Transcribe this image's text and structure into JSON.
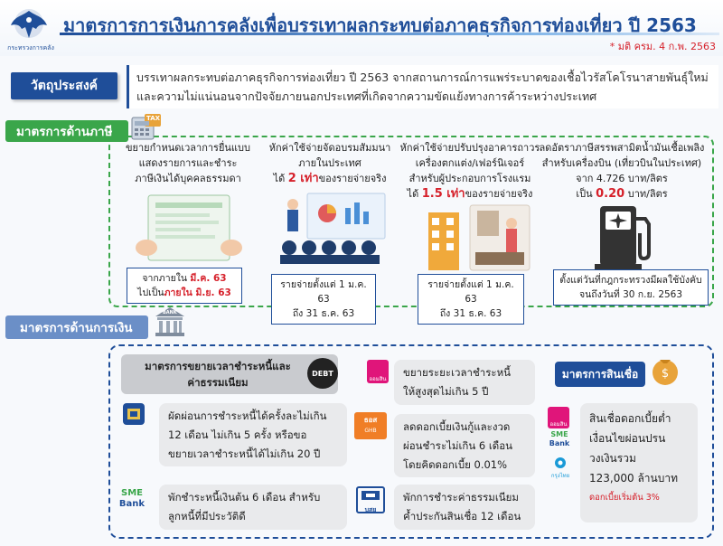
{
  "header": {
    "logo_text": "กระทรวงการคลัง",
    "title": "มาตรการการเงินการคลังเพื่อบรรเทาผลกระทบต่อภาคธุรกิจการท่องเที่ยว ปี 2563",
    "date_note": "* มติ ครม. 4 ก.พ. 2563"
  },
  "objective": {
    "label": "วัตถุประสงค์",
    "line1": "บรรเทาผลกระทบต่อภาคธุรกิจการท่องเที่ยว ปี 2563 จากสถานการณ์การแพร่ระบาดของเชื้อไวรัสโคโรนาสายพันธุ์ใหม่",
    "line2": "และความไม่แน่นอนจากปัจจัยภายนอกประเทศที่เกิดจากความขัดแย้งทางการค้าระหว่างประเทศ"
  },
  "tax": {
    "label": "มาตรการด้านภาษี",
    "icon_text": "TAX",
    "col1": {
      "line1": "ขยายกำหนดเวลาการยื่นแบบ",
      "line2": "แสดงรายการและชำระ",
      "line3": "ภาษีเงินได้บุคคลธรรมดา",
      "note_prefix1": "จากภายใน ",
      "note_red1": "มี.ค. 63",
      "note_prefix2": "ไปเป็น",
      "note_red2": "ภายใน มิ.ย. 63"
    },
    "col2": {
      "line1": "หักค่าใช้จ่ายจัดอบรมสัมมนา",
      "line2": "ภายในประเทศ",
      "line3_prefix": "ได้ ",
      "line3_red": "2 เท่า",
      "line3_suffix": "ของรายจ่ายจริง",
      "note1": "รายจ่ายตั้งแต่ 1 ม.ค. 63",
      "note2": "ถึง 31 ธ.ค. 63"
    },
    "col3": {
      "line1": "หักค่าใช้จ่ายปรับปรุงอาคารถาวร",
      "line2": "เครื่องตกแต่ง/เฟอร์นิเจอร์",
      "line3": "สำหรับผู้ประกอบการโรงแรม",
      "line4_prefix": "ได้ ",
      "line4_red": "1.5 เท่า",
      "line4_suffix": "ของรายจ่ายจริง",
      "note1": "รายจ่ายตั้งแต่ 1 ม.ค. 63",
      "note2": "ถึง 31 ธ.ค. 63"
    },
    "col4": {
      "line1": "ลดอัตราภาษีสรรพสามิตน้ำมันเชื้อเพลิง",
      "line2": "สำหรับเครื่องบิน (เที่ยวบินในประเทศ)",
      "line3": "จาก 4.726 บาท/ลิตร",
      "line4_prefix": "เป็น ",
      "line4_red": "0.20",
      "line4_suffix": " บาท/ลิตร",
      "note1": "ตั้งแต่วันที่กฎกระทรวงมีผลใช้บังคับ",
      "note2": "จนถึงวันที่ 30 ก.ย. 2563"
    }
  },
  "finance": {
    "label": "มาตรการด้านการเงิน",
    "bank_icon_text": "BANK",
    "debt_header_line1": "มาตรการขยายเวลาชำระหนี้และ",
    "debt_header_line2": "ค่าธรรมเนียม",
    "debt_icon_text": "DEBT",
    "gsb_label": "ออมสิน",
    "item1": {
      "line1": "ผัดผ่อนการชำระหนี้ได้ครั้งละไม่เกิน",
      "line2": "12 เดือน ไม่เกิน 5 ครั้ง หรือขอ",
      "line3": "ขยายเวลาชำระหนี้ได้ไม่เกิน 20 ปี"
    },
    "item2": {
      "line1": "พักชำระหนี้เงินต้น 6 เดือน สำหรับ",
      "line2": "ลูกหนี้ที่มีประวัติดี"
    },
    "item3": {
      "line1": "ขยายระยะเวลาชำระหนี้",
      "line2": "ให้สูงสุดไม่เกิน 5 ปี"
    },
    "item4": {
      "line1": "ลดดอกเบี้ยเงินกู้และงวด",
      "line2": "ผ่อนชำระไม่เกิน 6 เดือน",
      "line3": "โดยคิดดอกเบี้ย 0.01%"
    },
    "item5": {
      "line1": "พักการชำระค่าธรรมเนียม",
      "line2": "ค้ำประกันสินเชื่อ 12 เดือน"
    },
    "sme_label1": "SME",
    "sme_label2": "Bank",
    "tcg_label": "บสย",
    "rod_label1": "ธอส",
    "rod_label2": "GHB",
    "ktb_label": "กรุงไทย",
    "credit": {
      "label": "มาตรการสินเชื่อ",
      "line1": "สินเชื่อดอกเบี้ยต่ำ",
      "line2": "เงื่อนไขผ่อนปรน",
      "line3": "วงเงินรวม",
      "line4": "123,000 ล้านบาท",
      "note": "ดอกเบี้ยเริ่มต้น 3%"
    }
  },
  "colors": {
    "primary_blue": "#1f4e99",
    "accent_green": "#3aa64a",
    "accent_red": "#d6202a",
    "gsb_pink": "#e0157a"
  }
}
